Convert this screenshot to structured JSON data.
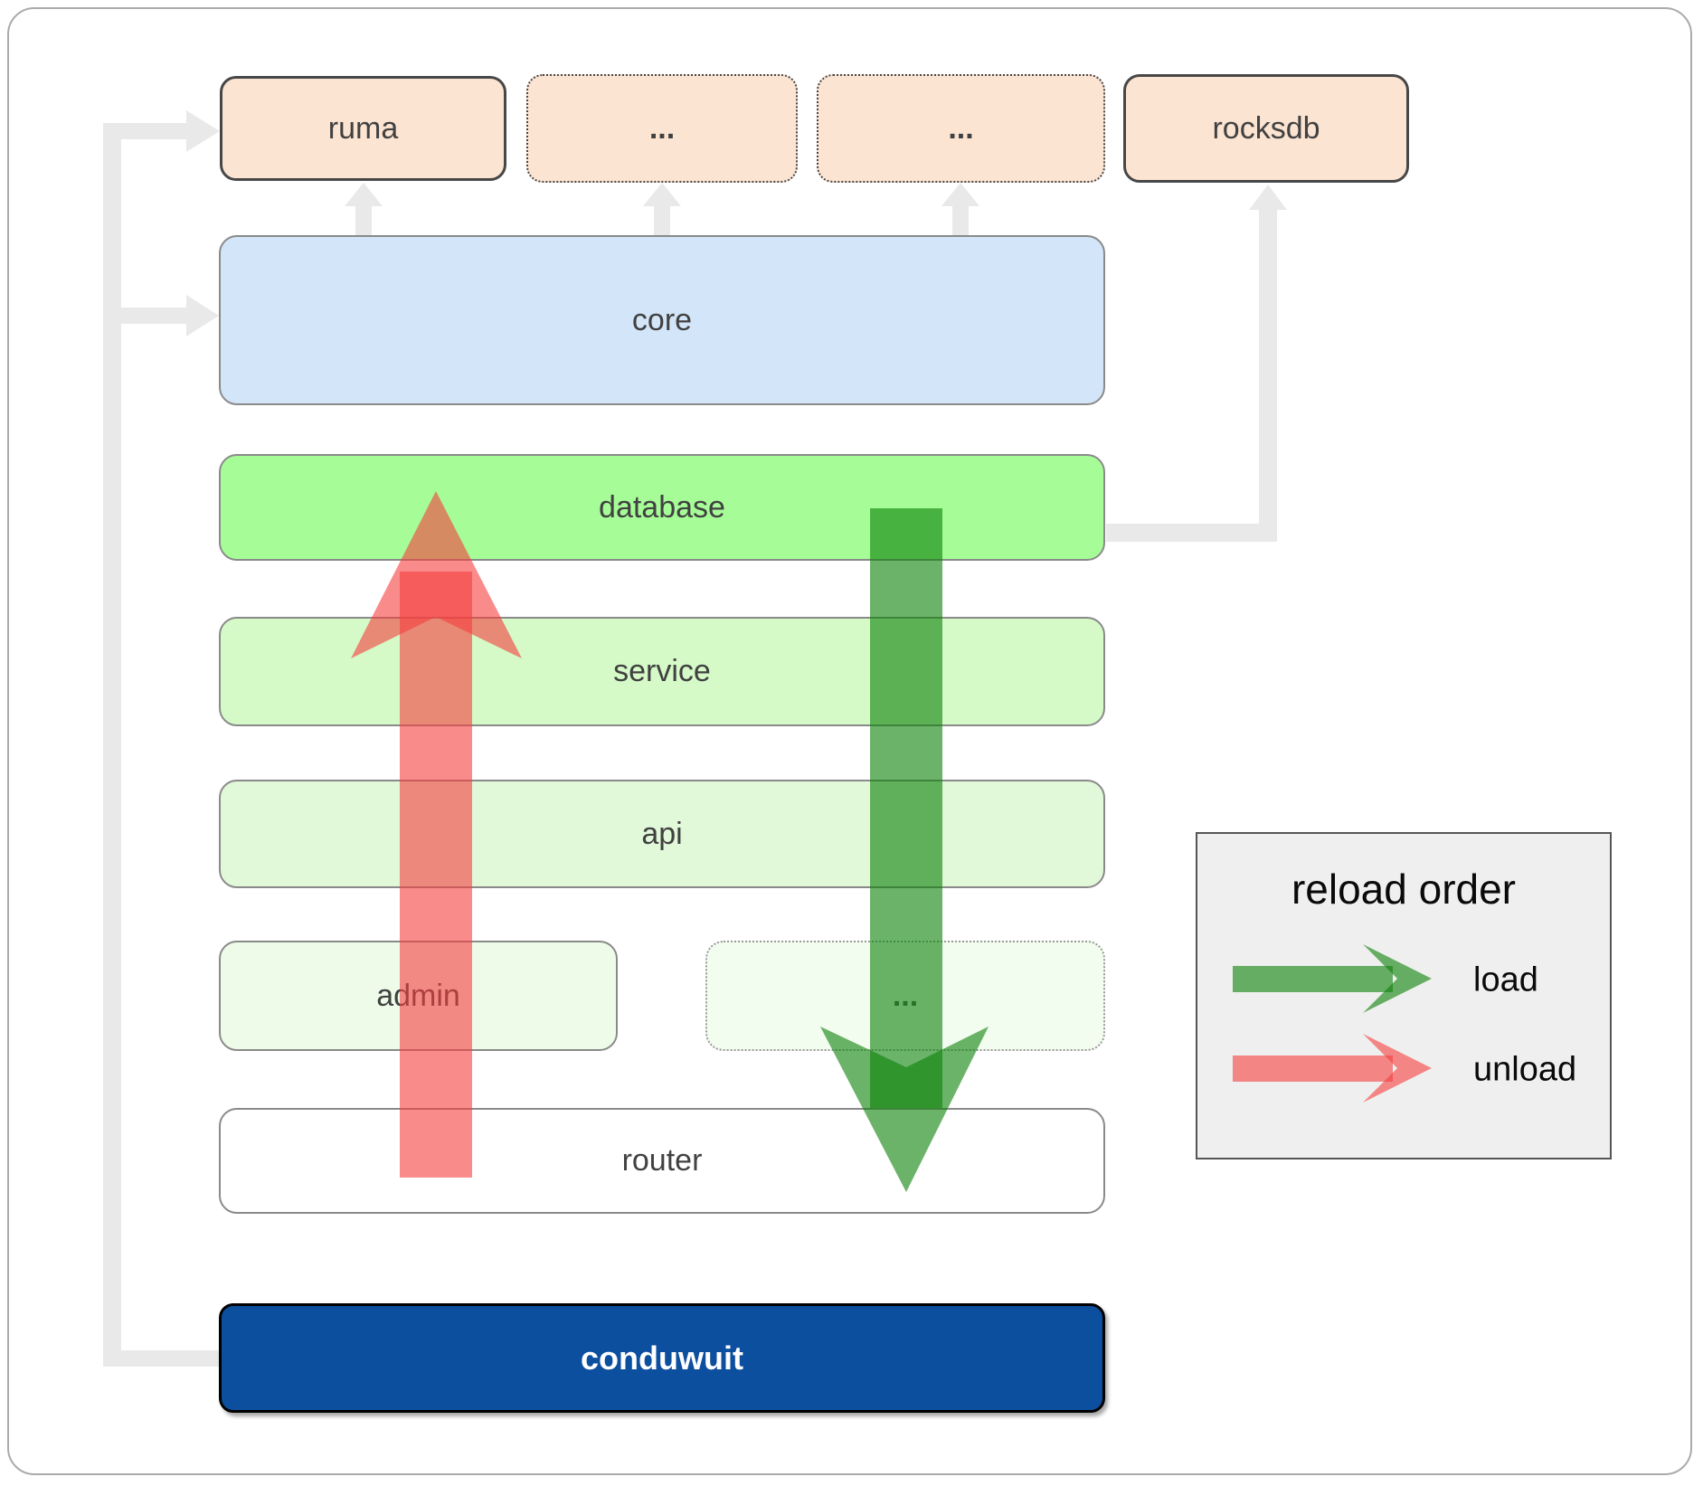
{
  "colors": {
    "peach": "#fce4d2",
    "peach-border": "#474747",
    "blue": "#d3e5f8",
    "green": "#a6fd97",
    "light-green": "#d5fac8",
    "lighter-green": "#e1f8d9",
    "pale-green": "#eefbe9",
    "palest-green": "#f2fcef",
    "box-border": "#8a8a8a",
    "navy": "#0c4f9e",
    "gray-connector": "#e9e9e9",
    "text-dark": "#414141",
    "legend-bg": "#efefef",
    "legend-border": "#555555",
    "load-green": "#0a8007",
    "unload-red": "#f53e3e"
  },
  "boxes": {
    "ruma": {
      "label": "ruma"
    },
    "ellipsis_1": {
      "label": "..."
    },
    "ellipsis_2": {
      "label": "..."
    },
    "rocksdb": {
      "label": "rocksdb"
    },
    "core": {
      "label": "core"
    },
    "database": {
      "label": "database"
    },
    "service": {
      "label": "service"
    },
    "api": {
      "label": "api"
    },
    "admin": {
      "label": "admin"
    },
    "admin_ellipsis": {
      "label": "..."
    },
    "router": {
      "label": "router"
    },
    "conduwuit": {
      "label": "conduwuit"
    }
  },
  "legend": {
    "title": "reload order",
    "items": [
      {
        "icon": "load-arrow",
        "label": "load"
      },
      {
        "icon": "unload-arrow",
        "label": "unload"
      }
    ]
  }
}
